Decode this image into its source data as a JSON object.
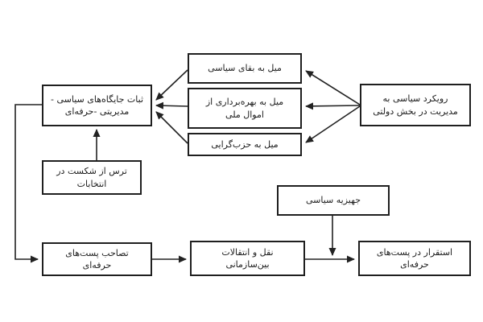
{
  "diagram": {
    "language": "fa",
    "direction": "rtl",
    "line_color": "#222222",
    "box_border_color": "#1f1f1f",
    "background_color": "#ffffff"
  },
  "boxes": {
    "stability": {
      "id": "stability-of-positions",
      "label": "ثبات جایگاه‌های سیاسی -\nمدیریتی -حرفه‌ای"
    },
    "fear": {
      "id": "fear-of-election-defeat",
      "label": "ترس از شکست در\nانتخابات"
    },
    "survival": {
      "id": "desire-political-survival",
      "label": "میل به بقای سیاسی"
    },
    "exploit": {
      "id": "desire-exploit-national-assets",
      "label": "میل به بهره‌برداری از\nاموال ملی"
    },
    "party": {
      "id": "desire-partisanship",
      "label": "میل به حزب‌گرایی"
    },
    "approach": {
      "id": "political-approach-public-management",
      "label": "رویکرد سیاسی به\nمدیریت در بخش دولتی"
    },
    "dowry": {
      "id": "political-dowry",
      "label": "جهیزیه سیاسی"
    },
    "seize": {
      "id": "seizing-professional-posts",
      "label": "تصاحب پست‌های\nحرفه‌ای"
    },
    "transfer": {
      "id": "inter-organizational-transfers",
      "label": "نقل و انتقالات\nبین‌سازمانی"
    },
    "settle": {
      "id": "settling-in-professional-posts",
      "label": "استقرار در پست‌های\nحرفه‌ای"
    }
  },
  "edges": [
    {
      "from": "political-approach-public-management",
      "to": "desire-political-survival"
    },
    {
      "from": "political-approach-public-management",
      "to": "desire-exploit-national-assets"
    },
    {
      "from": "political-approach-public-management",
      "to": "desire-partisanship"
    },
    {
      "from": "desire-political-survival",
      "to": "stability-of-positions"
    },
    {
      "from": "desire-exploit-national-assets",
      "to": "stability-of-positions"
    },
    {
      "from": "desire-partisanship",
      "to": "stability-of-positions"
    },
    {
      "from": "fear-of-election-defeat",
      "to": "stability-of-positions"
    },
    {
      "from": "stability-of-positions",
      "to": "seizing-professional-posts"
    },
    {
      "from": "seizing-professional-posts",
      "to": "inter-organizational-transfers"
    },
    {
      "from": "inter-organizational-transfers",
      "to": "settling-in-professional-posts"
    },
    {
      "from": "political-dowry",
      "to": "settling-in-professional-posts"
    }
  ]
}
